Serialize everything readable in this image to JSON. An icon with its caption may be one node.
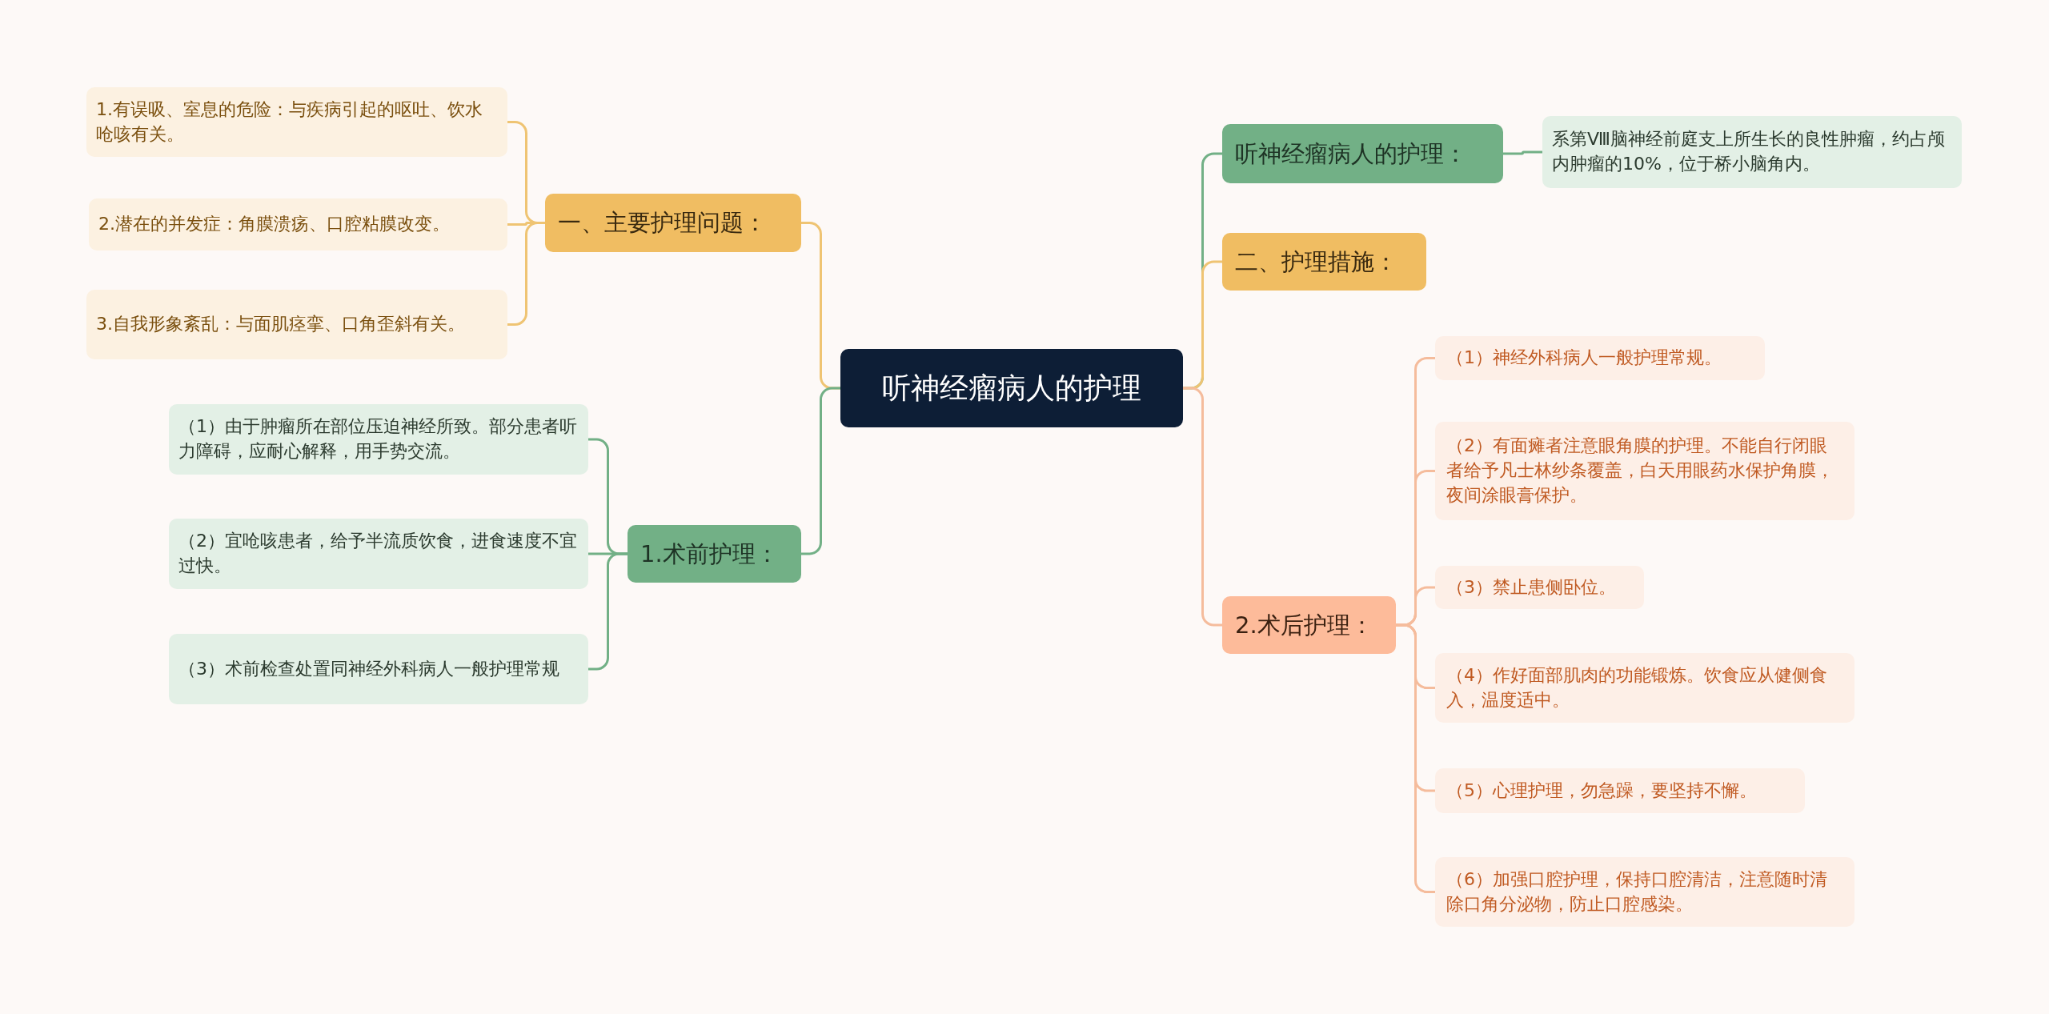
{
  "diagram": {
    "nodes": [
      {
        "text": [
          "听神经瘤病人的护理"
        ]
      },
      {
        "text": [
          "一、主要护理问题："
        ]
      },
      {
        "text": [
          "1.有误吸、室息的危险：与疾病引起的呕吐、饮水呛咳有关。"
        ]
      },
      {
        "text": [
          "2.潜在的并发症：角膜溃疡、口腔粘膜改变。"
        ]
      },
      {
        "text": [
          "3.自我形象紊乱：与面肌痉挛、口角歪斜有关。"
        ]
      },
      {
        "text": [
          "1.术前护理："
        ]
      },
      {
        "text": [
          "（1）由于肿瘤所在部位压迫神经所致。部分患者听力障碍，应耐心解释，用手势交流。"
        ]
      },
      {
        "text": [
          "（2）宜呛咳患者，给予半流质饮食，进食速度不宜过快。"
        ]
      },
      {
        "text": [
          "（3）术前检查处置同神经外科病人一般护理常规"
        ]
      },
      {
        "text": [
          "听神经瘤病人的护理："
        ]
      },
      {
        "text": [
          "系第Ⅷ脑神经前庭支上所生长的良性肿瘤，约占颅内肿瘤的10%，位于桥小脑角内。"
        ]
      },
      {
        "text": [
          "二、护理措施："
        ]
      },
      {
        "text": [
          "2.术后护理："
        ]
      },
      {
        "text": [
          "（1）神经外科病人一般护理常规。"
        ]
      },
      {
        "text": [
          "（2）有面瘫者注意眼角膜的护理。不能自行闭眼者给予凡士林纱条覆盖，白天用眼药水保护角膜，夜间涂眼膏保护。"
        ]
      },
      {
        "text": [
          "（3）禁止患侧卧位。"
        ]
      },
      {
        "text": [
          "（4）作好面部肌肉的功能锻炼。饮食应从健侧食入，温度适中。"
        ]
      },
      {
        "text": [
          "（5）心理护理，勿急躁，要坚持不懈。"
        ]
      },
      {
        "text": [
          "（6）加强口腔护理，保持口腔清洁，注意随时清除口角分泌物，防止口腔感染。"
        ]
      }
    ],
    "edges": [
      {
        "from": 0,
        "to": 1,
        "arrow": "none",
        "color": "#efc473"
      },
      {
        "from": 1,
        "to": 2,
        "arrow": "none",
        "color": "#efc473"
      },
      {
        "from": 1,
        "to": 3,
        "arrow": "none",
        "color": "#efc473"
      },
      {
        "from": 1,
        "to": 4,
        "arrow": "none",
        "color": "#efc473"
      },
      {
        "from": 0,
        "to": 5,
        "arrow": "none",
        "color": "#72b086"
      },
      {
        "from": 5,
        "to": 6,
        "arrow": "none",
        "color": "#72b086"
      },
      {
        "from": 5,
        "to": 7,
        "arrow": "none",
        "color": "#72b086"
      },
      {
        "from": 5,
        "to": 8,
        "arrow": "none",
        "color": "#72b086"
      },
      {
        "from": 0,
        "to": 9,
        "arrow": "none",
        "color": "#72b086"
      },
      {
        "from": 9,
        "to": 10,
        "arrow": "none",
        "color": "#72b086"
      },
      {
        "from": 0,
        "to": 11,
        "arrow": "none",
        "color": "#efc473"
      },
      {
        "from": 0,
        "to": 12,
        "arrow": "none",
        "color": "#f5bc9c"
      },
      {
        "from": 12,
        "to": 13,
        "arrow": "none",
        "color": "#f5bc9c"
      },
      {
        "from": 12,
        "to": 14,
        "arrow": "none",
        "color": "#f5bc9c"
      },
      {
        "from": 12,
        "to": 15,
        "arrow": "none",
        "color": "#f5bc9c"
      },
      {
        "from": 12,
        "to": 16,
        "arrow": "none",
        "color": "#f5bc9c"
      },
      {
        "from": 12,
        "to": 17,
        "arrow": "none",
        "color": "#f5bc9c"
      },
      {
        "from": 12,
        "to": 18,
        "arrow": "none",
        "color": "#f5bc9c"
      }
    ]
  }
}
